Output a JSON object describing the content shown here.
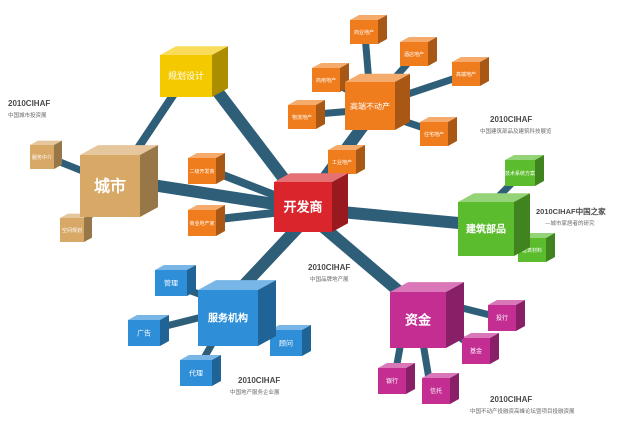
{
  "diagram": {
    "center": {
      "label": "开发商",
      "color": "#d9252b"
    },
    "city": {
      "label": "城市",
      "color": "#d8a866",
      "sub": [
        "服务中介",
        "空间规划"
      ]
    },
    "design": {
      "label": "规划设计",
      "color": "#f5c900"
    },
    "mid_orange": [
      "二级开发商",
      "商业地产家"
    ],
    "hightech": {
      "label": "高端不动产",
      "color": "#f07d1d",
      "sub": [
        "商业地产",
        "酒店地产",
        "商用地产",
        "高端地产",
        "物流地产",
        "住宅地产",
        "工业地产"
      ]
    },
    "building": {
      "label": "建筑部品",
      "color": "#5bbc2d",
      "sub": [
        "技术系统方案",
        "建筑材料"
      ]
    },
    "service": {
      "label": "服务机构",
      "color": "#2e8fd8",
      "sub": [
        "管理",
        "广告",
        "代理",
        "顾问"
      ]
    },
    "capital": {
      "label": "资金",
      "color": "#c42e93",
      "sub": [
        "银行",
        "基金",
        "信托",
        "投行"
      ]
    },
    "annotations": [
      {
        "title": "2010CIHAF",
        "sub": "中国城市投资展"
      },
      {
        "title": "2010CIHAF",
        "sub": "中国建筑部品及建筑科技展览"
      },
      {
        "title": "2010CIHAF中国之家",
        "sub": "—城市家居者的研究"
      },
      {
        "title": "2010CIHAF",
        "sub": "中国品牌地产展"
      },
      {
        "title": "2010CIHAF",
        "sub": "中国地产服务企业展"
      },
      {
        "title": "2010CIHAF",
        "sub": "中国不动产投融资高峰论坛暨项目投融资展"
      }
    ]
  }
}
